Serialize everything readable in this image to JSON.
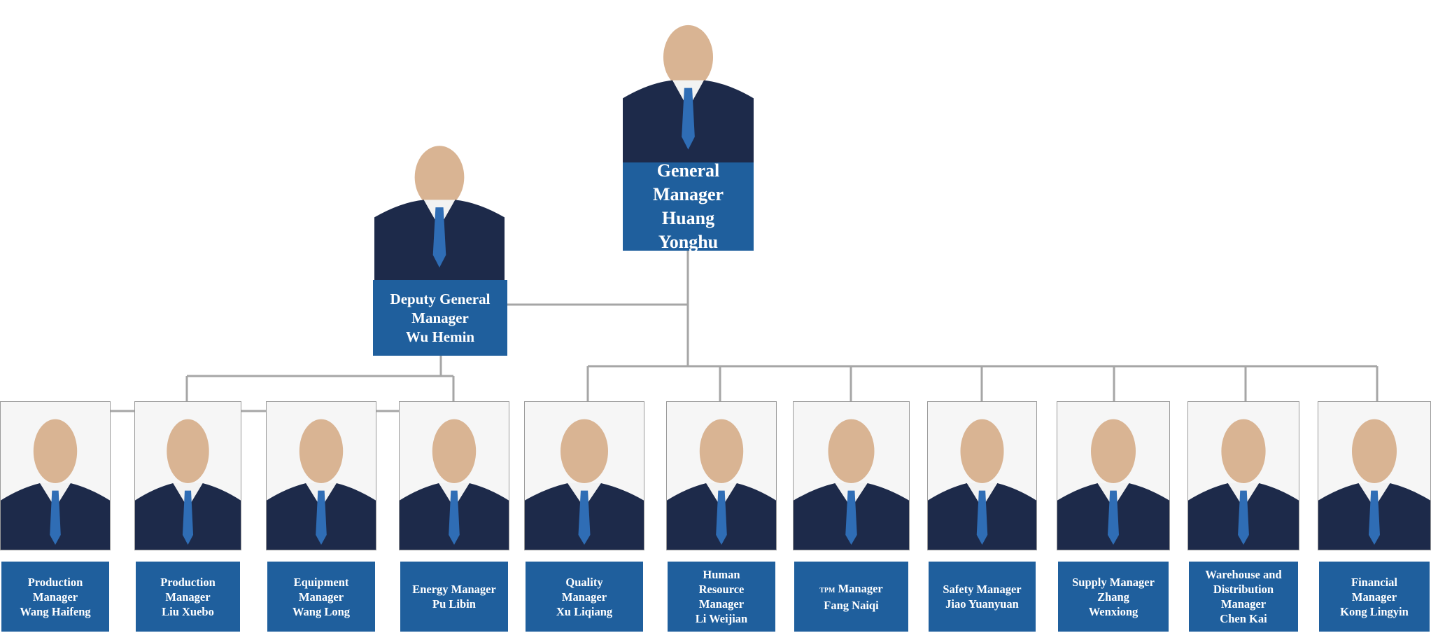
{
  "general_manager": {
    "title": "General Manager",
    "name": "Huang Yonghu",
    "text": "General\nManager\nHuang\nYonghu"
  },
  "deputy": {
    "text": "Deputy General\nManager\nWu Hemin"
  },
  "managers": [
    {
      "text": "Production\nManager\nWang Haifeng"
    },
    {
      "text": "Production\nManager\nLiu Xuebo"
    },
    {
      "text": "Equipment\nManager\nWang Long"
    },
    {
      "text": "Energy Manager\nPu Libin"
    },
    {
      "text": "Quality\nManager\nXu Liqiang"
    },
    {
      "text": "Human\nResource\nManager\nLi Weijian"
    },
    {
      "text_prefix": "TPM",
      "text": " Manager\nFang Naiqi"
    },
    {
      "text": "Safety Manager\nJiao Yuanyuan"
    },
    {
      "text": "Supply Manager\nZhang\nWenxiong"
    },
    {
      "text": "Warehouse and\nDistribution\nManager\nChen Kai"
    },
    {
      "text": "Financial\nManager\nKong Lingyin"
    }
  ],
  "colors": {
    "label_bg": "#1f5f9d",
    "label_text": "#ffffff",
    "connector": "#a6a6a6",
    "suit": "#1d2a4a",
    "tie": "#2f6db5"
  }
}
